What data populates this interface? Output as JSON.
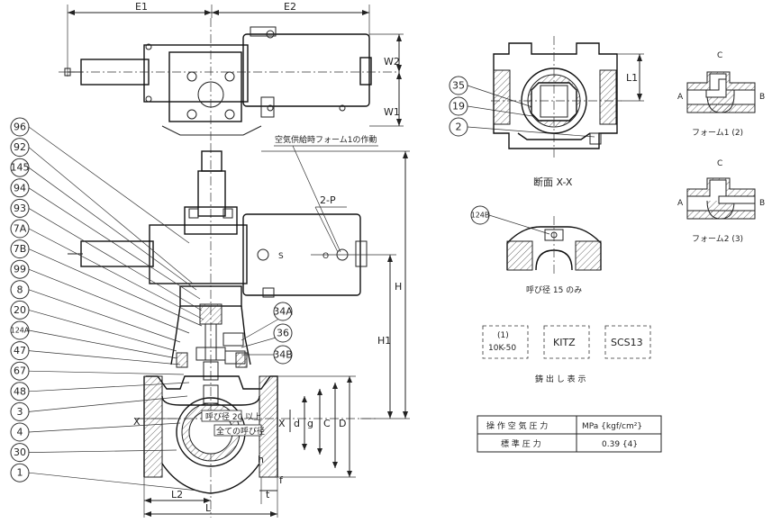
{
  "top_dims": {
    "e1": "E1",
    "e2": "E2",
    "w2": "W2",
    "w1": "W1"
  },
  "bubbles": [
    "96",
    "92",
    "145",
    "94",
    "93",
    "7A",
    "7B",
    "99",
    "8",
    "20",
    "124A",
    "47",
    "67",
    "48",
    "3",
    "4",
    "30",
    "1"
  ],
  "right_bubbles": [
    "34A",
    "36",
    "34B"
  ],
  "section_bubbles": [
    "35",
    "19",
    "2"
  ],
  "detail_bubble": "124B",
  "annotations": {
    "air_supply": "空気供給時フォーム1の作動",
    "two_p": "2-P",
    "port_note1": "呼び径 20 以上",
    "port_note2": "全ての呼び径",
    "section": "断面 X-X",
    "nominal15": "呼び径 15 のみ",
    "casting_mark": "鋳 出 し 表 示",
    "s_mark": "S",
    "o_mark": "O"
  },
  "side_dims": {
    "h": "H",
    "h1": "H1",
    "x": "X",
    "d_small": "d",
    "g": "g",
    "c": "C",
    "d_big": "D",
    "l2": "L2",
    "l": "L",
    "t": "t",
    "f": "f",
    "l1": "L1",
    "h_small": "h"
  },
  "form1": {
    "c": "C",
    "a": "A",
    "b": "B",
    "label": "フォーム1 (2)"
  },
  "form2": {
    "c": "C",
    "a": "A",
    "b": "B",
    "label": "フォーム2 (3)"
  },
  "marks": [
    "(1)\n10K-50",
    "KITZ",
    "SCS13"
  ],
  "mark_box1_line1": "(1)",
  "mark_box1_line2": "10K-50",
  "mark_box2": "KITZ",
  "mark_box3": "SCS13",
  "pressure_table": {
    "header_label": "操 作 空 気 圧 力",
    "header_unit": "MPa {kgf/cm²}",
    "row_label": "標 準 圧 力",
    "row_value": "0.39 {4}"
  }
}
